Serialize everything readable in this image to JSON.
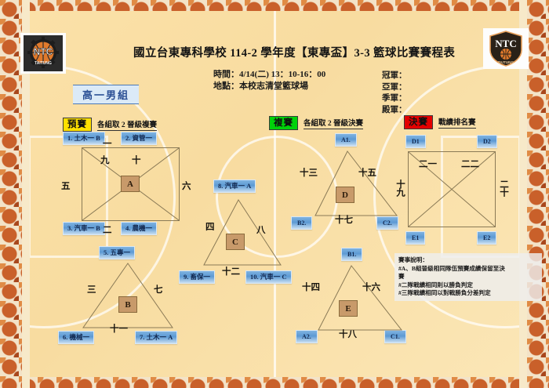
{
  "header": {
    "title": "國立台東專科學校 114-2 學年度【東專盃】3-3 籃球比賽賽程表",
    "time_label": "時間：4/14(二) 13：10-16：00",
    "place_label": "地點：本校志清堂籃球場",
    "logo_left_alt": "NTC TAITUNG",
    "logo_right_alt": "NTC TAITUNG"
  },
  "awards": {
    "first": "冠軍：",
    "second": "亞軍：",
    "third": "季軍：",
    "fourth": "殿軍："
  },
  "division": {
    "label": "高一男組"
  },
  "stages": {
    "preliminary": {
      "tag": "預賽",
      "note": "各組取 2 晉級複賽"
    },
    "semifinal": {
      "tag": "複賽",
      "note": "各組取 2 晉級決賽"
    },
    "final": {
      "tag": "決賽",
      "note": "戰績排名賽"
    }
  },
  "groupA": {
    "node": "A",
    "teams": {
      "top_left": "1. 土木一 B",
      "top_right": "2. 資管一",
      "bottom_left": "3. 汽車一 B",
      "bottom_right": "4. 農機一"
    },
    "games": {
      "top": "一",
      "bottom": "二",
      "left": "五",
      "right": "六",
      "diag_left": "九",
      "diag_right": "十"
    }
  },
  "groupB": {
    "node": "B",
    "teams": {
      "top": "5. 五專一",
      "bottom_left": "6. 機械一",
      "bottom_right": "7. 土木一 A"
    },
    "games": {
      "left": "三",
      "right": "七",
      "bottom": "十一"
    }
  },
  "groupC": {
    "node": "C",
    "teams": {
      "top": "8. 汽車一 A",
      "bottom_left": "9. 畜保一",
      "bottom_right": "10. 汽車一 C"
    },
    "games": {
      "left": "四",
      "right": "八",
      "bottom": "十二"
    }
  },
  "groupD": {
    "node": "D",
    "teams": {
      "top": "A1.",
      "bottom_left": "B2.",
      "bottom_right": "C2."
    },
    "games": {
      "left": "十三",
      "right": "十五",
      "bottom": "十七"
    }
  },
  "groupE": {
    "node": "E",
    "teams": {
      "top": "B1.",
      "bottom_left": "A2.",
      "bottom_right": "C1."
    },
    "games": {
      "left": "十四",
      "right": "十六",
      "bottom": "十八"
    }
  },
  "finalBracket": {
    "teams": {
      "top_left": "D1",
      "top_right": "D2",
      "bottom_left": "E1",
      "bottom_right": "E2"
    },
    "games": {
      "left": "十九",
      "right": "二十",
      "diag_left": "二一",
      "diag_right": "二二"
    }
  },
  "notes": {
    "title": "賽事說明：",
    "line1": "#A、B組晉級相同隊伍預賽成績保留至決",
    "line2": "賽",
    "line3": "#二隊戰績相同則以勝負判定",
    "line4": "#三隊戰績相同以對戰勝負分差判定"
  },
  "colors": {
    "court": "#fae0a6",
    "chip": "#5d9ad4",
    "node": "#c89a6a",
    "tag_pre": "#ffe000",
    "tag_semi": "#00d20a",
    "tag_final": "#e30000",
    "division": "#2a4f94"
  }
}
